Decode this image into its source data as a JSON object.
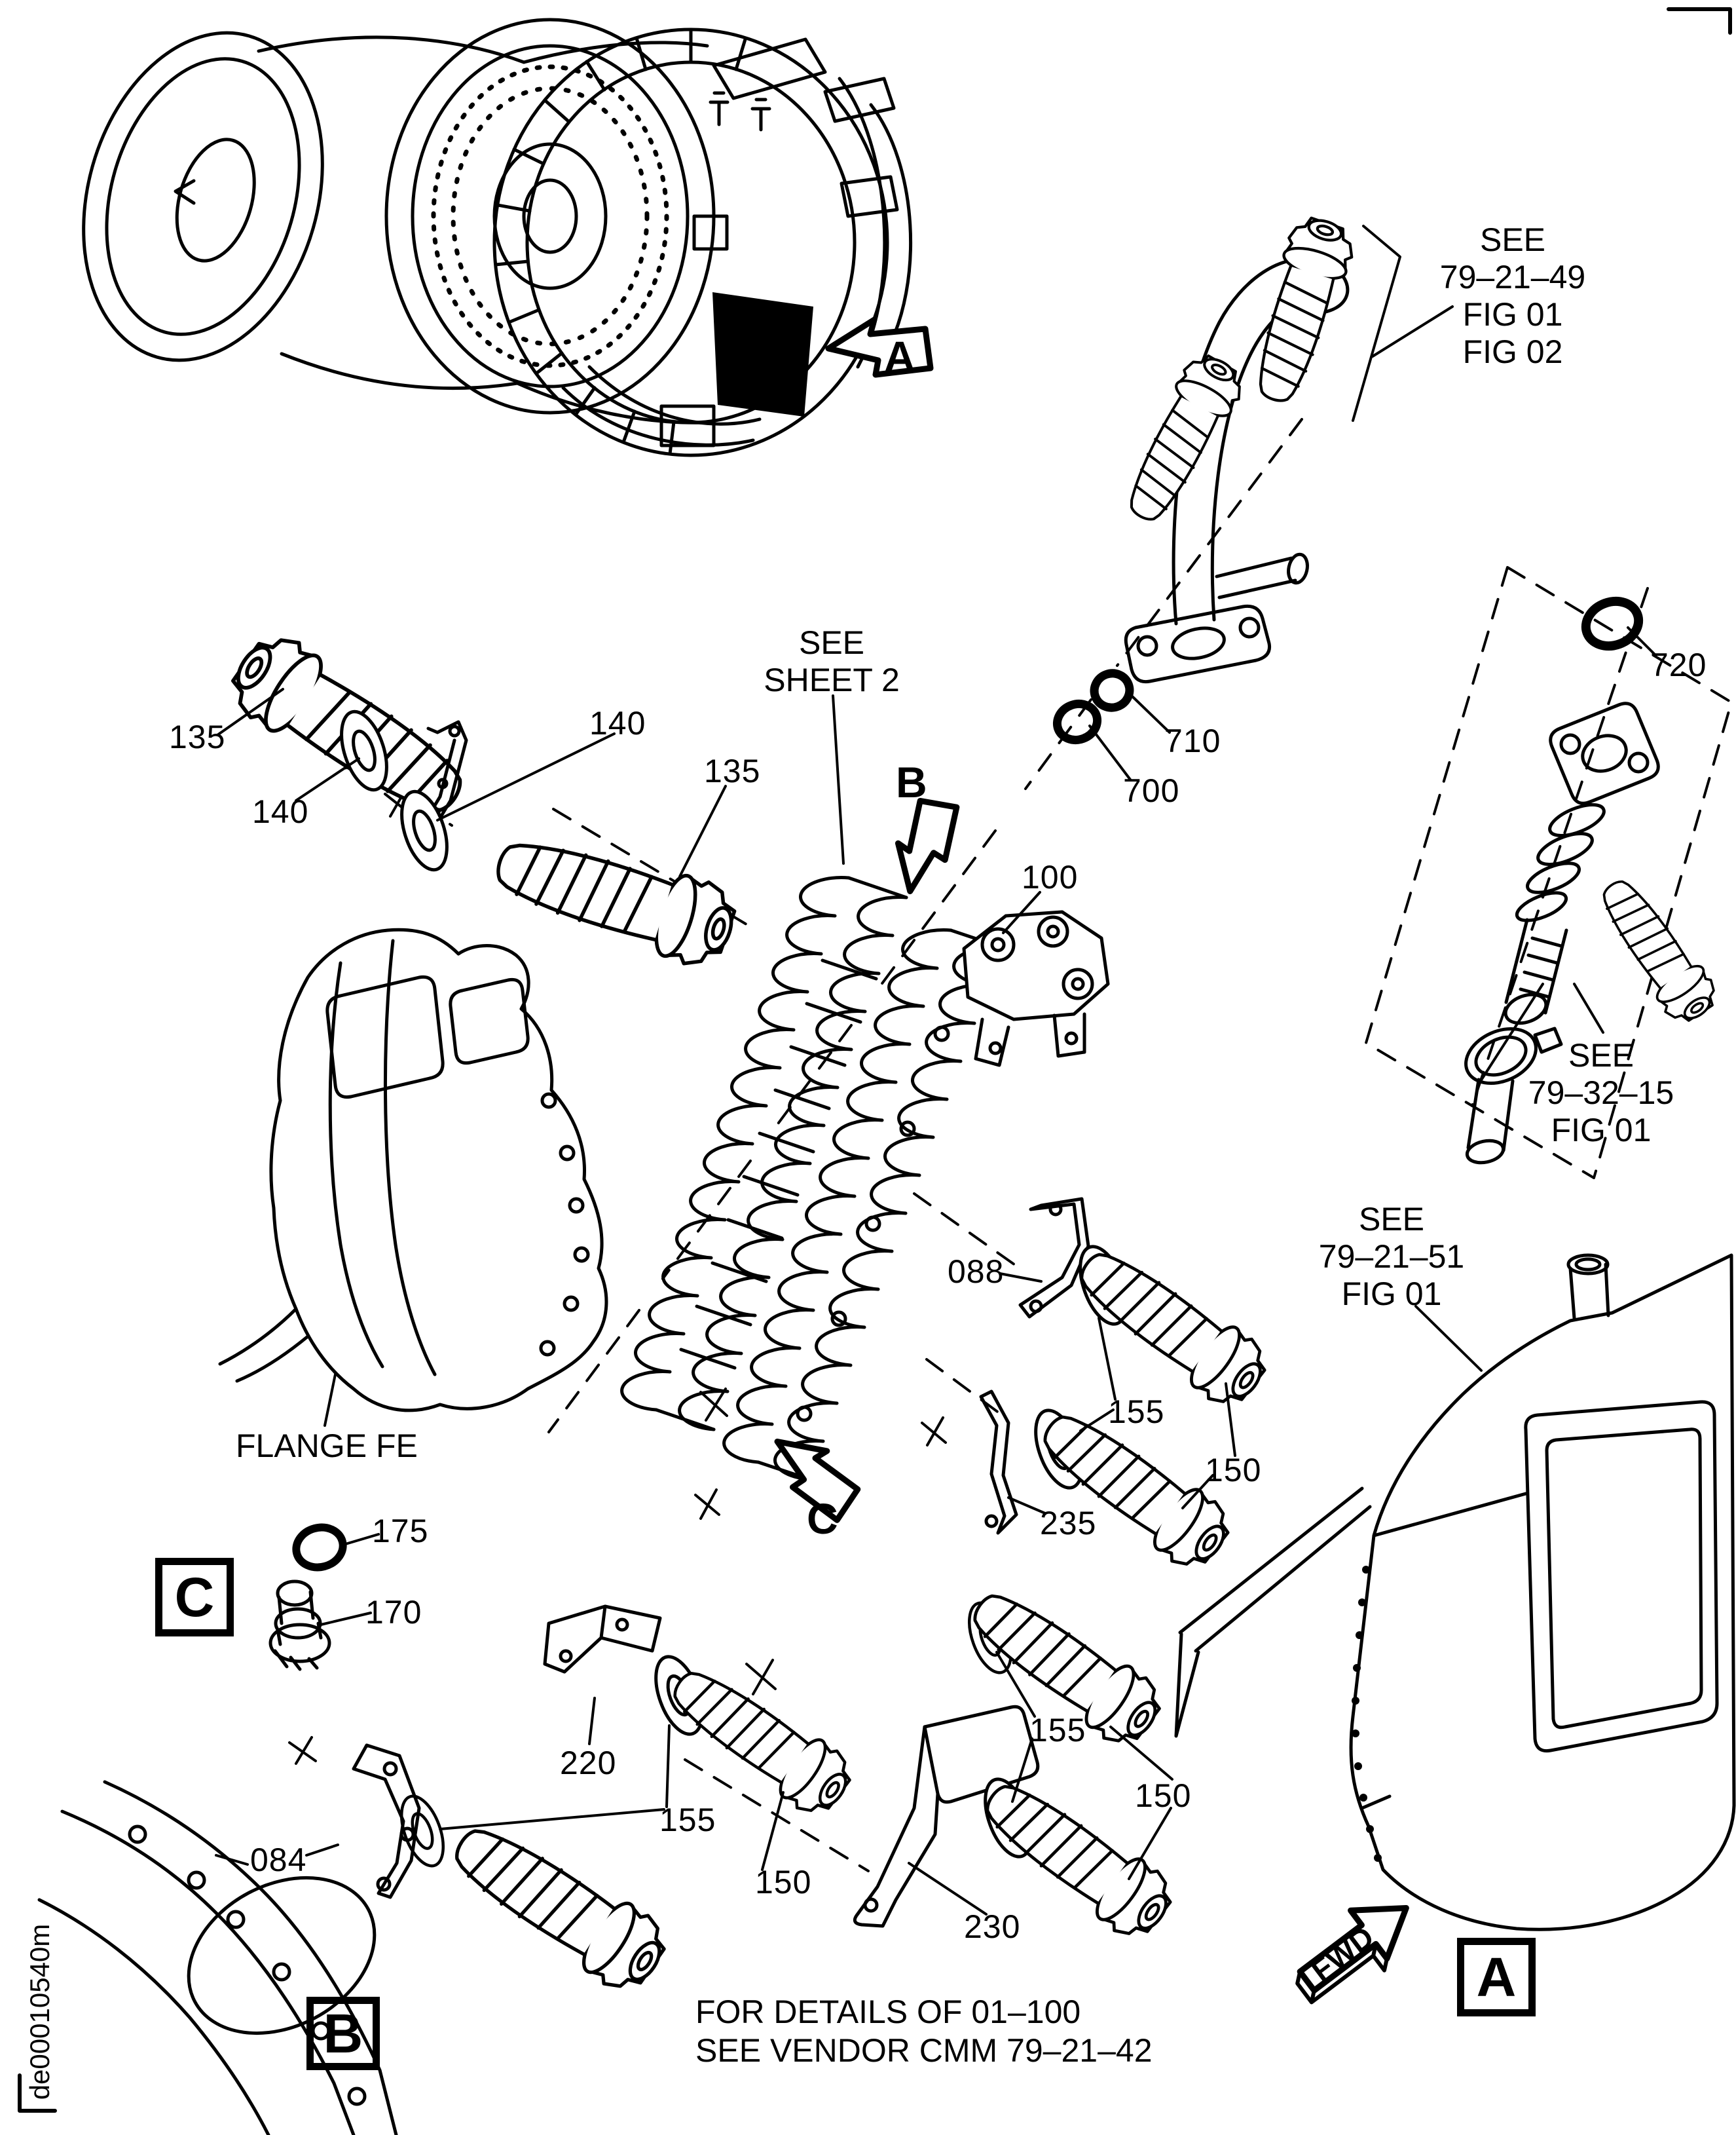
{
  "doc_code": "de00010540m",
  "notes": {
    "details_line1": "FOR DETAILS OF 01–100",
    "details_line2": "SEE VENDOR CMM 79–21–42",
    "flange": "FLANGE FE"
  },
  "fwd_label": "FWD",
  "view_arrows": {
    "a": "A",
    "b": "B",
    "c": "C"
  },
  "view_boxes": {
    "a": "A",
    "b": "B",
    "c": "C"
  },
  "refs": {
    "r49": {
      "l1": "SEE",
      "l2": "79–21–49",
      "l3": "FIG 01",
      "l4": "FIG 02"
    },
    "r3215": {
      "l1": "SEE",
      "l2": "79–32–15",
      "l3": "FIG 01"
    },
    "r2151": {
      "l1": "SEE",
      "l2": "79–21–51",
      "l3": "FIG 01"
    },
    "sheet2": {
      "l1": "SEE",
      "l2": "SHEET 2"
    }
  },
  "callouts": [
    {
      "id": "135-a",
      "text": "135"
    },
    {
      "id": "140-a",
      "text": "140"
    },
    {
      "id": "140-b",
      "text": "140"
    },
    {
      "id": "135-b",
      "text": "135"
    },
    {
      "id": "100",
      "text": "100"
    },
    {
      "id": "720",
      "text": "720"
    },
    {
      "id": "710",
      "text": "710"
    },
    {
      "id": "700",
      "text": "700"
    },
    {
      "id": "088",
      "text": "088"
    },
    {
      "id": "155-a",
      "text": "155"
    },
    {
      "id": "150-a",
      "text": "150"
    },
    {
      "id": "235",
      "text": "235"
    },
    {
      "id": "175",
      "text": "175"
    },
    {
      "id": "170",
      "text": "170"
    },
    {
      "id": "220",
      "text": "220"
    },
    {
      "id": "155-b",
      "text": "155"
    },
    {
      "id": "150-b",
      "text": "150"
    },
    {
      "id": "084",
      "text": "084"
    },
    {
      "id": "155-c",
      "text": "155"
    },
    {
      "id": "150-c",
      "text": "150"
    },
    {
      "id": "230",
      "text": "230"
    }
  ],
  "colors": {
    "ink": "#000000",
    "paper": "#ffffff"
  }
}
